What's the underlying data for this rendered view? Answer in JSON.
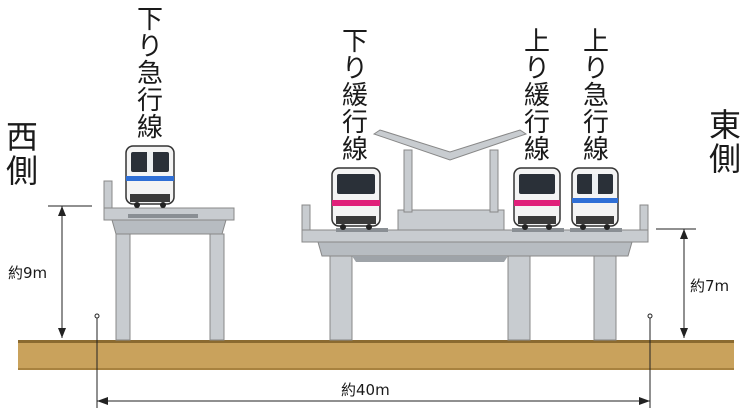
{
  "labels": {
    "west": "西側",
    "east": "東側",
    "track_down_express": "下り急行線",
    "track_down_local": "下り緩行線",
    "track_up_local": "上り緩行線",
    "track_up_express": "上り急行線",
    "height_west": "約9m",
    "height_east": "約7m",
    "width_total": "約40m"
  },
  "colors": {
    "ground": "#c9a25c",
    "ground_edge": "#8a6a30",
    "structure": "#c8ccd0",
    "structure_dark": "#9ea3a8",
    "train_body": "#f4f4f4",
    "stripe_blue": "#2f6fd6",
    "stripe_pink": "#e0207a"
  }
}
